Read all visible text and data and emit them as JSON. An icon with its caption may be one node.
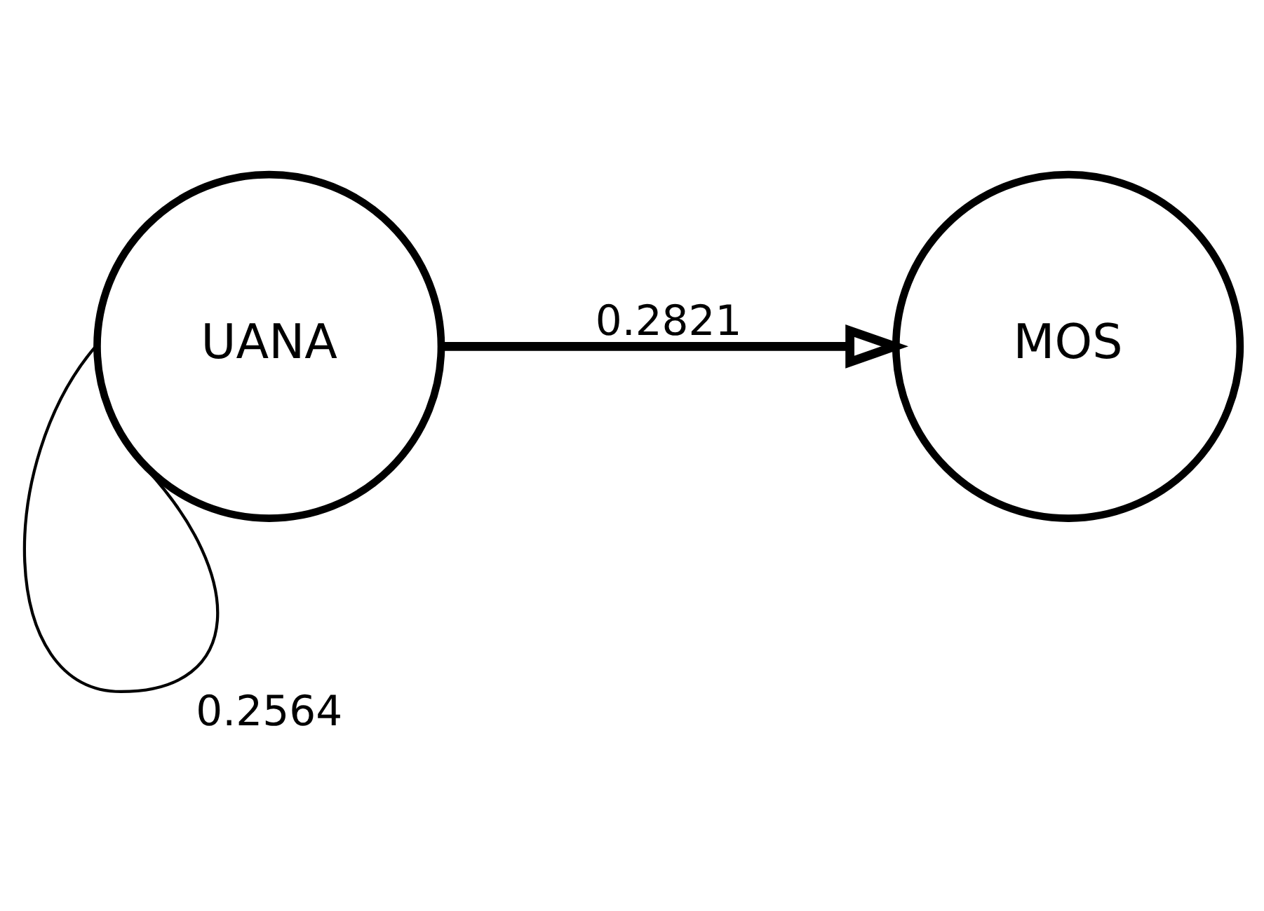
{
  "diagram": {
    "nodes": [
      {
        "text": [
          "UANA"
        ]
      },
      {
        "text": [
          "MOS"
        ]
      }
    ],
    "edges": [
      {
        "from": 0,
        "to": 0,
        "arrow": "none",
        "label": "0.2564"
      },
      {
        "from": 0,
        "to": 1,
        "arrow": "to",
        "label": "0.2821",
        "style": "thick"
      }
    ]
  }
}
